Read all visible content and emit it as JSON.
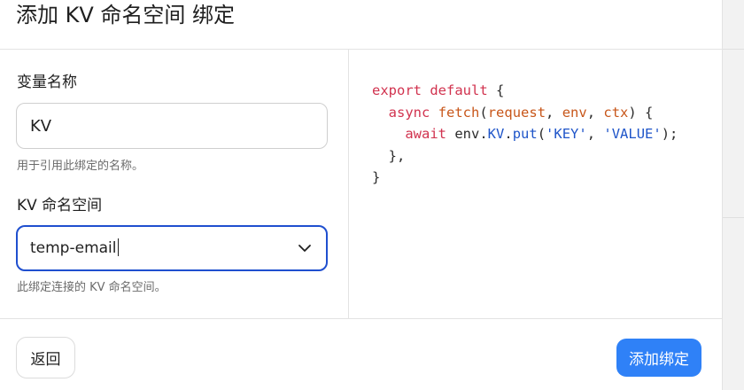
{
  "dialog": {
    "title": "添加 KV 命名空间 绑定"
  },
  "form": {
    "variable_name_label": "变量名称",
    "variable_name_value": "KV",
    "variable_name_hint": "用于引用此绑定的名称。",
    "namespace_label": "KV 命名空间",
    "namespace_value": "temp-email",
    "namespace_hint": "此绑定连接的 KV 命名空间。"
  },
  "code_example": {
    "line1_kw": "export default",
    "line1_rest": " {",
    "line2_kw": "async",
    "line2_fn": "fetch",
    "line2_open": "(",
    "line2_arg1": "request",
    "line2_arg2": "env",
    "line2_arg3": "ctx",
    "line2_close": ") {",
    "line3_kw": "await",
    "line3_obj": " env.",
    "line3_prop": "KV",
    "line3_dot": ".",
    "line3_method": "put",
    "line3_open": "(",
    "line3_str1": "'KEY'",
    "line3_str2": "'VALUE'",
    "line3_close": ");",
    "line4": "},",
    "line5": "}"
  },
  "footer": {
    "back_label": "返回",
    "submit_label": "添加绑定"
  },
  "colors": {
    "primary": "#2f81f7",
    "focus_border": "#1f4fcf",
    "keyword": "#d1334f",
    "function": "#c8571b",
    "string": "#1f55c9"
  },
  "icons": {
    "select_chevron": "chevron-down-icon"
  }
}
